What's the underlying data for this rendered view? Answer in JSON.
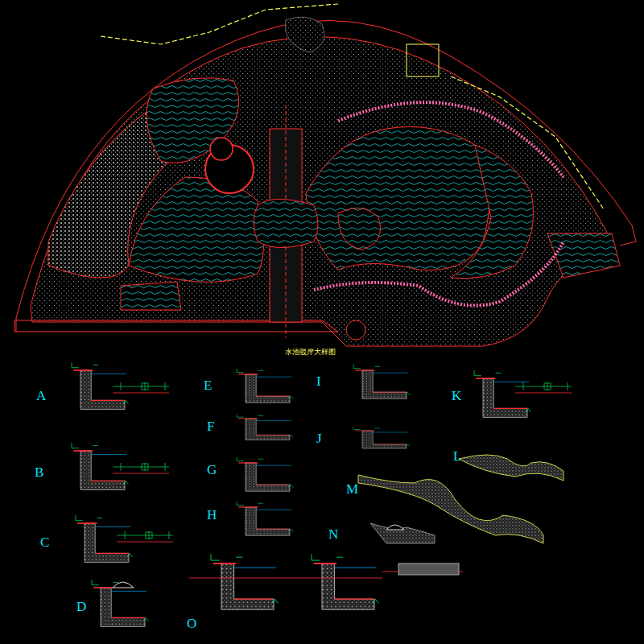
{
  "diagram": {
    "title": "水池驳岸大样图",
    "labels": [
      "A",
      "B",
      "C",
      "D",
      "E",
      "F",
      "G",
      "H",
      "I",
      "J",
      "K",
      "L",
      "M",
      "N",
      "O"
    ]
  }
}
